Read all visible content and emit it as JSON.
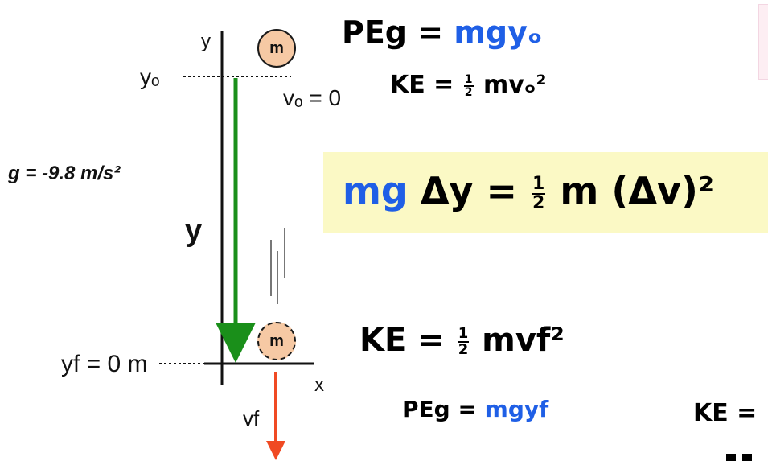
{
  "labels": {
    "axis_y": "y",
    "axis_x": "x",
    "y0": "yₒ",
    "v0": "vₒ = 0",
    "g": "g = -9.8 m/s²",
    "y_big": "y",
    "yf": "yf = 0 m",
    "vf": "vf",
    "mass": "m"
  },
  "equations": {
    "pe_top": {
      "lhs": "PEg =",
      "rhs": "mgyₒ"
    },
    "ke_top": {
      "lhs": "KE =",
      "frac_num": "1",
      "frac_den": "2",
      "rest": "mvₒ²"
    },
    "main": {
      "lhs_blue_a": "mg",
      "delta_y": "Δy",
      "eq": "=",
      "frac_num": "1",
      "frac_den": "2",
      "rest": "m (Δv)²"
    },
    "ke_bottom": {
      "lhs": "KE =",
      "frac_num": "1",
      "frac_den": "2",
      "rest": "mvf²"
    },
    "pe_bottom": {
      "lhs": "PEg =",
      "rhs": "mgyf"
    },
    "ke_cut": "KE ="
  },
  "colors": {
    "green_arrow": "#1a8f1a",
    "red_arrow": "#f04a23",
    "blue_text": "#1f5fe6",
    "highlight": "#fbf9c5",
    "ball_fill": "#f6c9a4"
  }
}
